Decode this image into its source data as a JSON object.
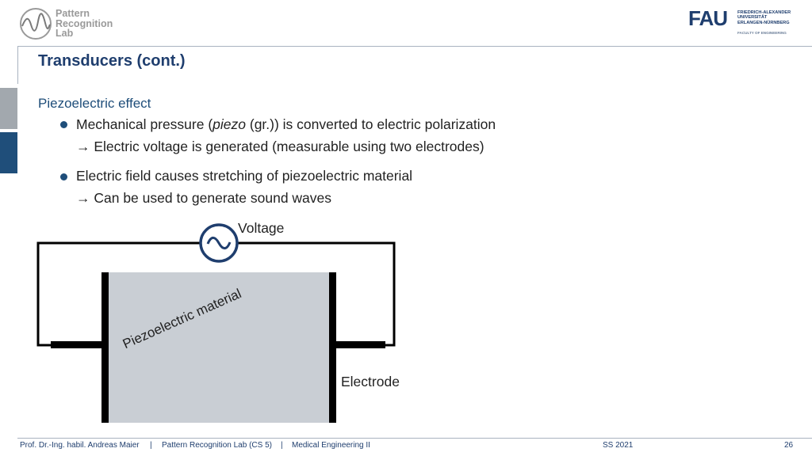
{
  "header": {
    "lab_name_lines": [
      "Pattern",
      "Recognition",
      "Lab"
    ],
    "university_mark": "FAU",
    "university_lines": [
      "FRIEDRICH-ALEXANDER",
      "UNIVERSITÄT",
      "ERLANGEN-NÜRNBERG"
    ],
    "faculty": "FACULTY OF ENGINEERING",
    "title": "Transducers (cont.)"
  },
  "content": {
    "section": "Piezoelectric effect",
    "bullets": [
      {
        "line1_before": "Mechanical pressure (",
        "line1_italic": "piezo",
        "line1_after": " (gr.))  is converted to electric polarization",
        "line2": "→ Electric voltage is generated (measurable using two electrodes)"
      },
      {
        "line1": "Electric field causes stretching of piezoelectric material",
        "line2": "→ Can be used to generate sound waves"
      }
    ]
  },
  "diagram": {
    "voltage_label": "Voltage",
    "material_label": "Piezoelectric material",
    "electrode_label": "Electrode",
    "colors": {
      "wire": "#000000",
      "material": "#c9ced4",
      "source_stroke": "#1f3e6e"
    }
  },
  "footer": {
    "author": "Prof. Dr.-Ing. habil. Andreas Maier",
    "lab": "Pattern Recognition Lab (CS 5)",
    "course": "Medical Engineering II",
    "semester": "SS 2021",
    "page": "26",
    "separator": "|"
  },
  "colors": {
    "accent": "#1f4e7a",
    "title": "#1f3e6e",
    "muted": "#9a9a9a"
  }
}
